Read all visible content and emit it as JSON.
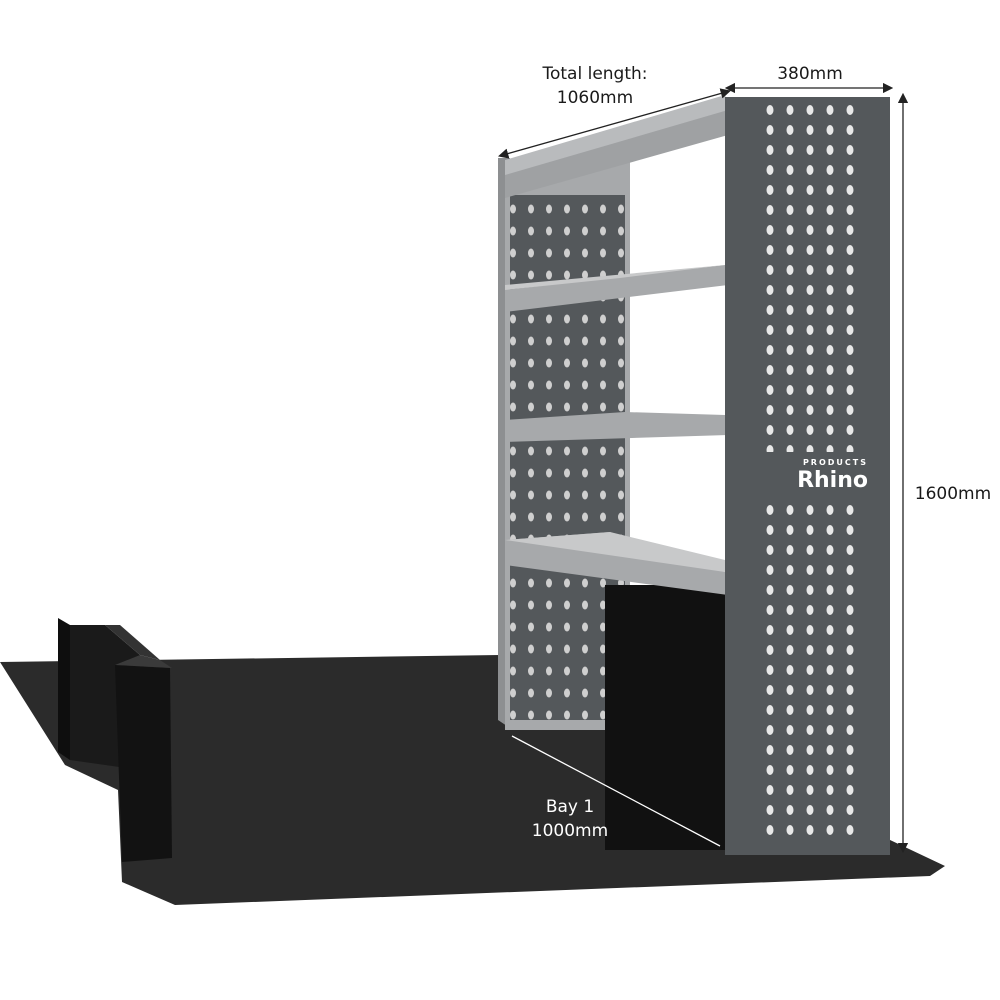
{
  "dimensions": {
    "total_length_label": "Total length:",
    "total_length_value": "1060mm",
    "depth": "380mm",
    "height": "1600mm",
    "bay_label": "Bay 1",
    "bay_value": "1000mm"
  },
  "logo": {
    "brand": "Rhino",
    "sub": "PRODUCTS"
  },
  "colors": {
    "floor": "#2b2b2b",
    "panel": "#54585b",
    "shelf": "#a7a9ab",
    "kick_panel": "#111111"
  }
}
